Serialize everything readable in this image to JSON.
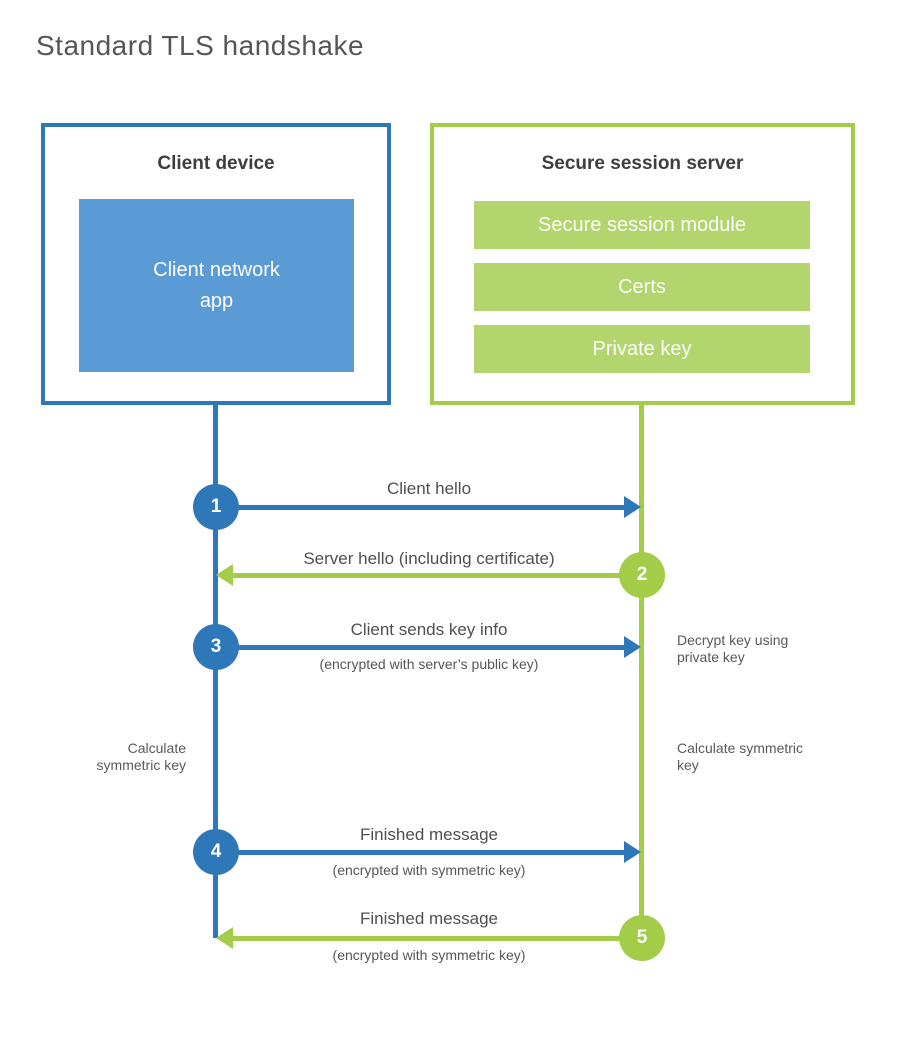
{
  "title": "Standard TLS handshake",
  "colors": {
    "blue": "#2e77b8",
    "blue_fill": "#5b9bd5",
    "green": "#a3cd49",
    "green_fill": "#b3d56e"
  },
  "client": {
    "header": "Client device",
    "app_label_lines": [
      "Client network",
      "app"
    ]
  },
  "server": {
    "header": "Secure session server",
    "modules": [
      "Secure session module",
      "Certs",
      "Private key"
    ]
  },
  "steps": [
    {
      "number": "1",
      "label": "Client hello",
      "sublabel": "",
      "direction": "right",
      "color": "blue"
    },
    {
      "number": "2",
      "label": "Server hello (including certificate)",
      "sublabel": "",
      "direction": "left",
      "color": "green"
    },
    {
      "number": "3",
      "label": "Client sends key info",
      "sublabel": "(encrypted with server’s public key)",
      "direction": "right",
      "color": "blue"
    },
    {
      "number": "4",
      "label": "Finished message",
      "sublabel": "(encrypted with symmetric key)",
      "direction": "right",
      "color": "blue"
    },
    {
      "number": "5",
      "label": "Finished message",
      "sublabel": "(encrypted with symmetric key)",
      "direction": "left",
      "color": "green"
    }
  ],
  "annotations": {
    "decrypt": "Decrypt key using private key",
    "calc_left": "Calculate symmetric key",
    "calc_right": "Calculate symmetric key"
  }
}
